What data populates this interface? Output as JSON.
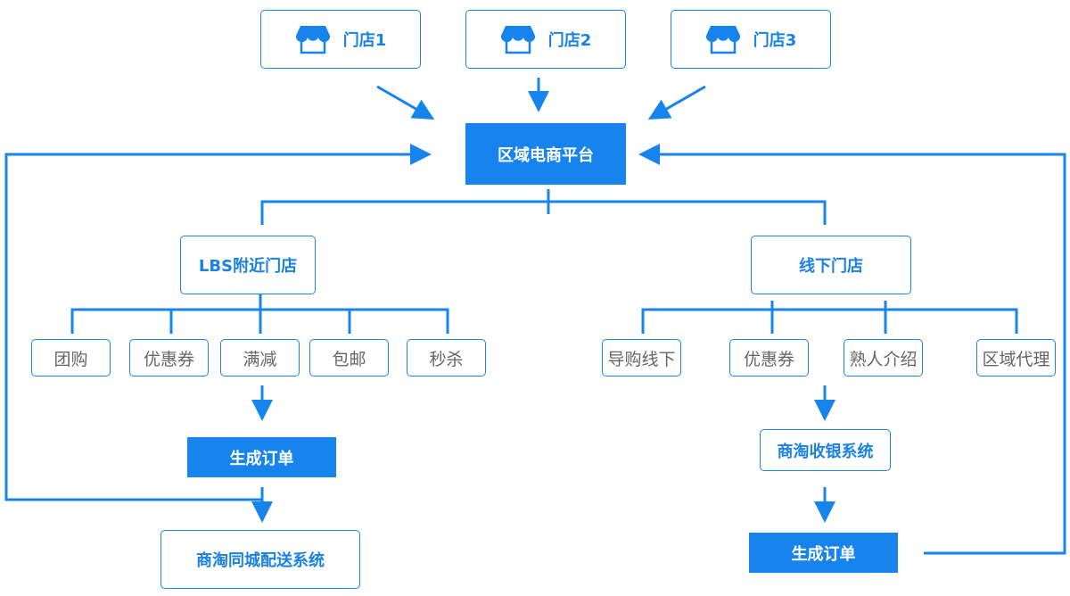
{
  "colors": {
    "accent": "#1684ec",
    "text_grey": "#666666"
  },
  "stores": [
    {
      "label": "门店1",
      "icon": "store-icon"
    },
    {
      "label": "门店2",
      "icon": "store-icon"
    },
    {
      "label": "门店3",
      "icon": "store-icon"
    }
  ],
  "platform": {
    "label": "区域电商平台"
  },
  "left_branch": {
    "title": "LBS附近门店",
    "children": [
      "团购",
      "优惠券",
      "满减",
      "包邮",
      "秒杀"
    ],
    "order": "生成订单",
    "delivery": "商淘同城配送系统"
  },
  "right_branch": {
    "title": "线下门店",
    "children": [
      "导购线下",
      "优惠券",
      "熟人介绍",
      "区域代理"
    ],
    "cashier": "商淘收银系统",
    "order": "生成订单"
  }
}
